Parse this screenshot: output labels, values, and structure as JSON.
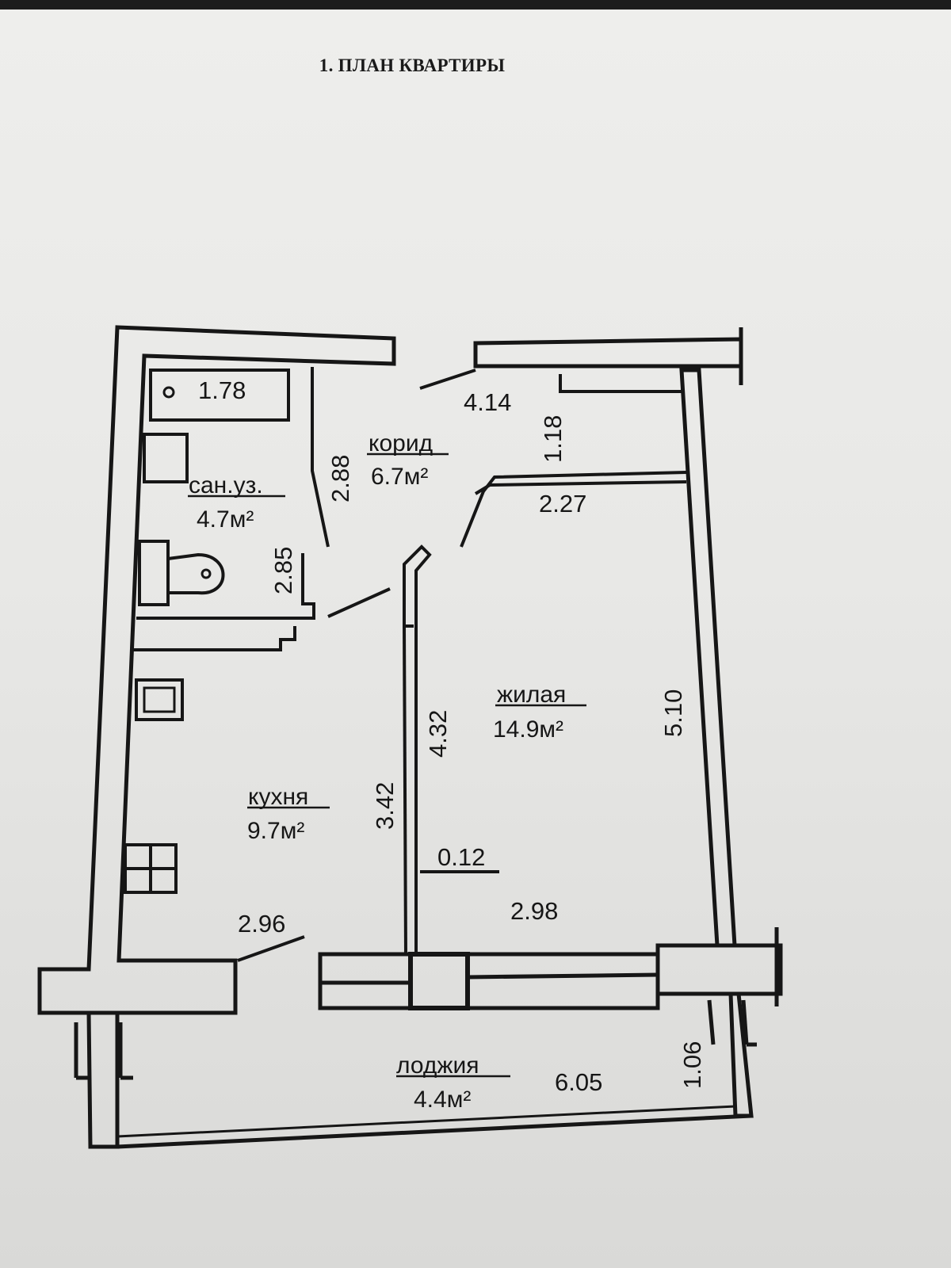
{
  "title": "1. ПЛАН КВАРТИРЫ",
  "rooms": {
    "bathroom": {
      "name": "сан.уз.",
      "area": "4.7м²"
    },
    "corridor": {
      "name": "корид",
      "area": "6.7м²"
    },
    "living": {
      "name": "жилая",
      "area": "14.9м²"
    },
    "kitchen": {
      "name": "кухня",
      "area": "9.7м²"
    },
    "loggia": {
      "name": "лоджия",
      "area": "4.4м²"
    }
  },
  "dimensions": {
    "bathtub": "1.78",
    "bath_height_a": "2.88",
    "bath_height_b": "2.85",
    "corridor_top": "4.14",
    "wardrobe_depth": "1.18",
    "wardrobe_width": "2.27",
    "living_height": "5.10",
    "partition_length": "4.32",
    "kitchen_height": "3.42",
    "wall_thickness": "0.12",
    "living_width": "2.98",
    "kitchen_width": "2.96",
    "loggia_width": "6.05",
    "loggia_depth": "1.06"
  },
  "colors": {
    "ink": "#161616",
    "paper": "#eeeeec"
  }
}
